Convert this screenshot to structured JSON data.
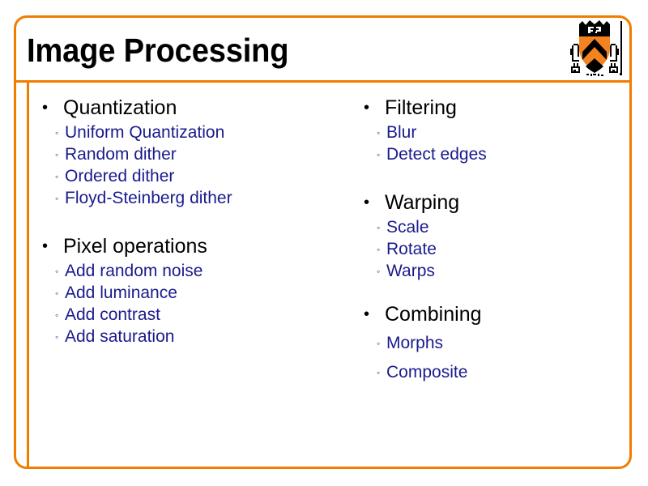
{
  "slide": {
    "title": "Image Processing",
    "logo_name": "princeton-shield-logo",
    "colors": {
      "frame": "#f07d00",
      "title_text": "#000000",
      "level1_text": "#000000",
      "level2_text": "#1a1a8e",
      "shield_orange": "#f58220",
      "shield_black": "#000000",
      "background": "#ffffff"
    },
    "bullet_glyphs": {
      "level1": "•",
      "level2": "◦"
    }
  },
  "columns": {
    "left": [
      {
        "heading": "Quantization",
        "items": [
          "Uniform Quantization",
          "Random dither",
          "Ordered dither",
          "Floyd-Steinberg dither"
        ]
      },
      {
        "heading": "Pixel operations",
        "items": [
          "Add random noise",
          "Add luminance",
          "Add contrast",
          "Add saturation"
        ]
      }
    ],
    "right": [
      {
        "heading": "Filtering",
        "items": [
          "Blur",
          "Detect edges"
        ]
      },
      {
        "heading": "Warping",
        "items": [
          "Scale",
          "Rotate",
          "Warps"
        ]
      },
      {
        "heading": "Combining",
        "items": [
          "Morphs",
          "Composite"
        ]
      }
    ]
  }
}
